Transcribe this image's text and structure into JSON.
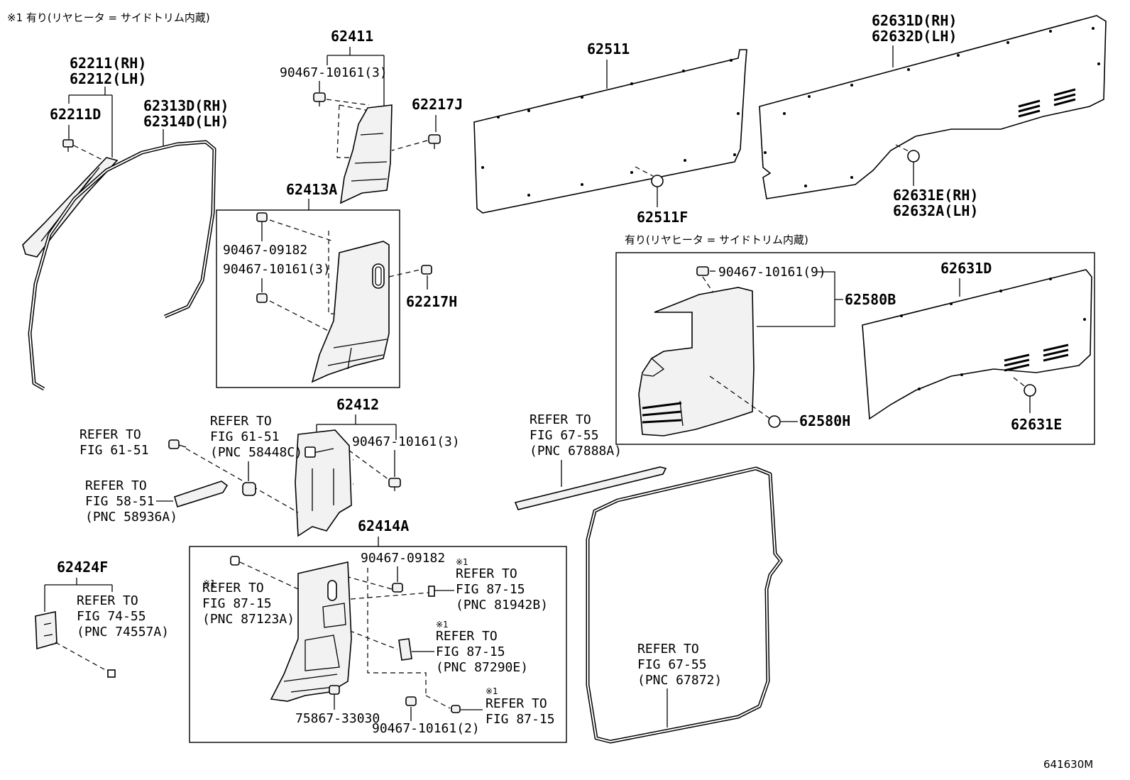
{
  "header_note": "※1 有り(リヤヒータ = サイドトリム内蔵)",
  "figure_code": "641630M",
  "labels": {
    "p62211": "62211(RH)",
    "p62212": "62212(LH)",
    "p62211D": "62211D",
    "p62313D": "62313D(RH)",
    "p62314D": "62314D(LH)",
    "p62411": "62411",
    "s90467_10161_3a": "90467-10161(3)",
    "p62217J": "62217J",
    "p62413A": "62413A",
    "s90467_09182a": "90467-09182",
    "s90467_10161_3b": "90467-10161(3)",
    "p62217H": "62217H",
    "p62511": "62511",
    "p62511F": "62511F",
    "p62631D_rh": "62631D(RH)",
    "p62632D_lh": "62632D(LH)",
    "p62631E_rh": "62631E(RH)",
    "p62632A_lh": "62632A(LH)",
    "box_note": "有り(リヤヒータ = サイドトリム内蔵)",
    "s90467_10161_9": "90467-10161(9)",
    "p62580B": "62580B",
    "p62631D": "62631D",
    "p62580H": "62580H",
    "p62631E": "62631E",
    "p62412": "62412",
    "s90467_10161_3c": "90467-10161(3)",
    "p62414A": "62414A",
    "s90467_09182b": "90467-09182",
    "s75867_33030": "75867-33030",
    "s90467_10161_2": "90467-10161(2)",
    "p62424F": "62424F",
    "mark1": "※1"
  },
  "refs": {
    "r6151a": [
      "REFER TO",
      "FIG 61-51"
    ],
    "r6151b": [
      "REFER TO",
      "FIG 61-51",
      "(PNC 58448C)"
    ],
    "r5851": [
      "REFER TO",
      "FIG 58-51",
      "(PNC 58936A)"
    ],
    "r6755a": [
      "REFER TO",
      "FIG 67-55",
      "(PNC 67888A)"
    ],
    "r8715a": [
      "REFER TO",
      "FIG 87-15",
      "(PNC 87123A)"
    ],
    "r8715b": [
      "REFER TO",
      "FIG 87-15",
      "(PNC 81942B)"
    ],
    "r8715c": [
      "REFER TO",
      "FIG 87-15",
      "(PNC 87290E)"
    ],
    "r8715d": [
      "REFER TO",
      "FIG 87-15"
    ],
    "r7455": [
      "REFER TO",
      "FIG 74-55",
      "(PNC 74557A)"
    ],
    "r6755b": [
      "REFER TO",
      "FIG 67-55",
      "(PNC 67872)"
    ]
  }
}
